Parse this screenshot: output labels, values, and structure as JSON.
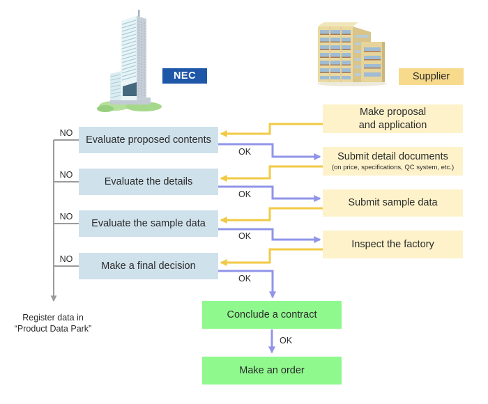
{
  "colors": {
    "page_bg": "#ffffff",
    "text": "#2b2b2b",
    "nec_badge_bg": "#1e56a8",
    "nec_badge_text": "#ffffff",
    "supplier_badge_bg": "#f8da8c",
    "nec_box_bg": "#cfe1eb",
    "supplier_box_bg": "#fdf2ca",
    "green_box_bg": "#90f98e",
    "yellow_arrow": "#f1ca45",
    "blue_arrow": "#9095e8",
    "gray_line": "#9b9b9b"
  },
  "header": {
    "nec_label": "NEC",
    "supplier_label": "Supplier"
  },
  "labels": {
    "no": "NO",
    "ok": "OK"
  },
  "nec_steps": [
    {
      "label": "Evaluate proposed contents"
    },
    {
      "label": "Evaluate the details"
    },
    {
      "label": "Evaluate the sample data"
    },
    {
      "label": "Make a final decision"
    }
  ],
  "supplier_steps": [
    {
      "label": "Make proposal\nand application",
      "sublabel": ""
    },
    {
      "label": "Submit detail documents",
      "sublabel": "(on price, specifications, QC system, etc.)"
    },
    {
      "label": "Submit sample data",
      "sublabel": ""
    },
    {
      "label": "Inspect the factory",
      "sublabel": ""
    }
  ],
  "final_steps": [
    {
      "label": "Conclude a contract"
    },
    {
      "label": "Make an order"
    }
  ],
  "no_branch": {
    "result": "Register data in\n“Product Data Park”"
  }
}
